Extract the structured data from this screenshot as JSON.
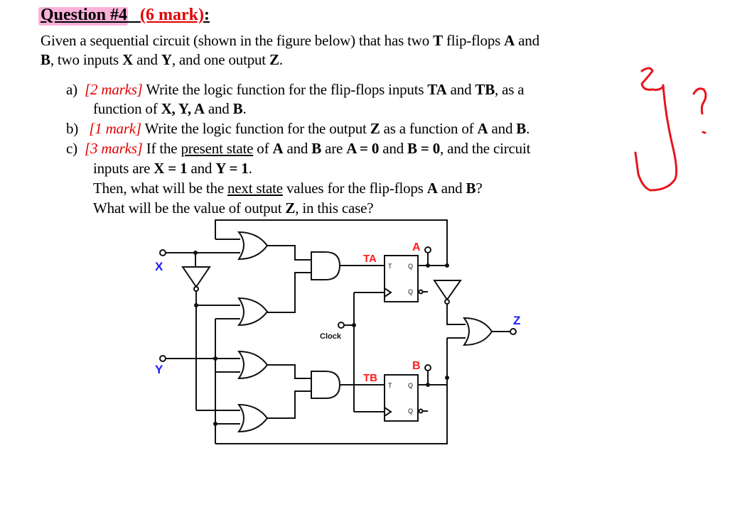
{
  "question": {
    "title": "Question #4",
    "marks": "(6 mark)",
    "colon": ":",
    "intro_line1_a": "Given a sequential circuit (shown in the figure below) that has two ",
    "intro_line1_b": "T",
    "intro_line1_c": " flip-flops ",
    "intro_line1_d": "A",
    "intro_line1_e": " and",
    "intro_line2_a": "B",
    "intro_line2_b": ", two inputs ",
    "intro_line2_c": "X",
    "intro_line2_d": " and ",
    "intro_line2_e": "Y",
    "intro_line2_f": ", and one output ",
    "intro_line2_g": "Z",
    "intro_line2_h": "."
  },
  "parts": {
    "a": {
      "letter": "a)",
      "marks": "[2 marks]",
      "line1_a": " Write the logic function for the flip-flops inputs ",
      "line1_b": "TA",
      "line1_c": " and ",
      "line1_d": "TB",
      "line1_e": ", as a",
      "line2_a": "function of ",
      "line2_b": "X, Y, A",
      "line2_c": " and ",
      "line2_d": "B",
      "line2_e": "."
    },
    "b": {
      "letter": "b)",
      "marks": "[1 mark]",
      "text_a": " Write the logic function for the output ",
      "text_b": "Z",
      "text_c": " as a function of ",
      "text_d": "A",
      "text_e": " and ",
      "text_f": "B",
      "text_g": "."
    },
    "c": {
      "letter": "c)",
      "marks": "[3 marks]",
      "line1_a": " If the ",
      "line1_b": "present state",
      "line1_c": " of ",
      "line1_d": "A",
      "line1_e": " and ",
      "line1_f": "B",
      "line1_g": " are ",
      "line1_h": "A = 0",
      "line1_i": " and ",
      "line1_j": "B = 0",
      "line1_k": ", and the circuit",
      "line2_a": "inputs are ",
      "line2_b": "X = 1",
      "line2_c": " and ",
      "line2_d": "Y = 1",
      "line2_e": ".",
      "line3_a": "Then, what will be the ",
      "line3_b": "next state",
      "line3_c": " values for the flip-flops ",
      "line3_d": "A",
      "line3_e": " and ",
      "line3_f": "B",
      "line3_g": "?",
      "line4_a": "What will be the value of output ",
      "line4_b": "Z",
      "line4_c": ", in this case?"
    }
  },
  "circuit": {
    "input_x": "X",
    "input_y": "Y",
    "clock": "Clock",
    "ta": "TA",
    "tb": "TB",
    "out_a": "A",
    "out_b": "B",
    "out_z": "Z",
    "ff_t": "T",
    "ff_q": "Q",
    "ff_qbar": "Q",
    "input_color": "#1a1aff",
    "state_color": "#ff1a1a"
  },
  "annotation": {
    "handwriting": "ج ?",
    "color": "#e8141e"
  }
}
